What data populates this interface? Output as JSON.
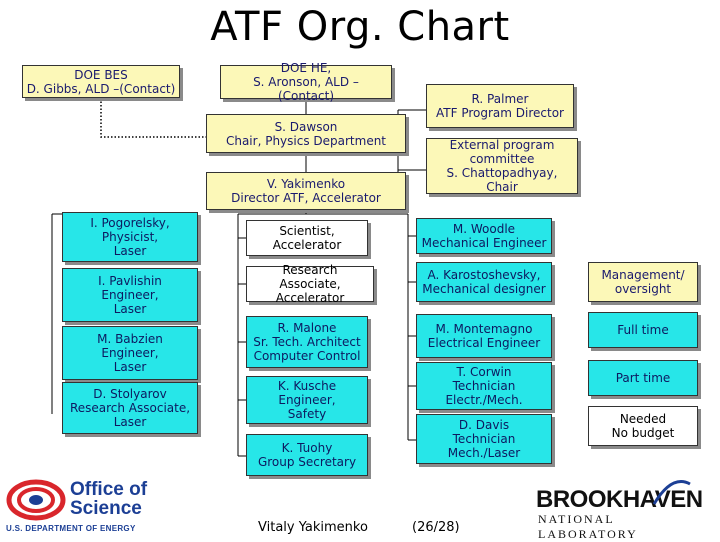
{
  "title": "ATF Org. Chart",
  "boxes": {
    "doe_bes": "DOE BES\nD. Gibbs, ALD –(Contact)",
    "doe_he": "DOE HE,\nS. Aronson, ALD – (Contact)",
    "palmer": "R. Palmer\nATF Program Director",
    "dawson": "S. Dawson\nChair, Physics Department",
    "external": "External program\ncommittee\nS. Chattopadhyay, Chair",
    "yakimenko": "V. Yakimenko\nDirector ATF, Accelerator",
    "pogorelsky": "I. Pogorelsky,\nPhysicist,\nLaser",
    "pavlishin": "I. Pavlishin\nEngineer,\nLaser",
    "babzien": "M. Babzien\nEngineer,\nLaser",
    "stolyarov": "D. Stolyarov\nResearch Associate,\nLaser",
    "scientist": "Scientist,\nAccelerator",
    "research_assoc": "Research Associate,\nAccelerator",
    "malone": "R. Malone\nSr. Tech. Architect\nComputer Control",
    "kusche": "K. Kusche\nEngineer,\nSafety",
    "tuohy": "K. Tuohy\nGroup Secretary",
    "woodle": "M. Woodle\nMechanical Engineer",
    "karostoshevsky": "A. Karostoshevsky,\nMechanical designer",
    "montemagno": "M. Montemagno\nElectrical Engineer",
    "corwin": "T. Corwin\nTechnician\nElectr./Mech.",
    "davis": "D. Davis\nTechnician\nMech./Laser"
  },
  "legend": {
    "management": "Management/\noversight",
    "full_time": "Full time",
    "part_time": "Part time",
    "needed": "Needed\nNo budget"
  },
  "footer": {
    "author": "Vitaly Yakimenko",
    "page": "(26/28)"
  },
  "logos": {
    "office_of_science": "Office of\nScience",
    "doe": "U.S. DEPARTMENT OF ENERGY",
    "bnl_name": "BROOKHAVEN",
    "bnl_sub": "NATIONAL LABORATORY"
  },
  "colors": {
    "management": "#fcf8b8",
    "full_time": "#27e6e8",
    "part_time": "#27e6e8",
    "needed": "#ffffff"
  }
}
